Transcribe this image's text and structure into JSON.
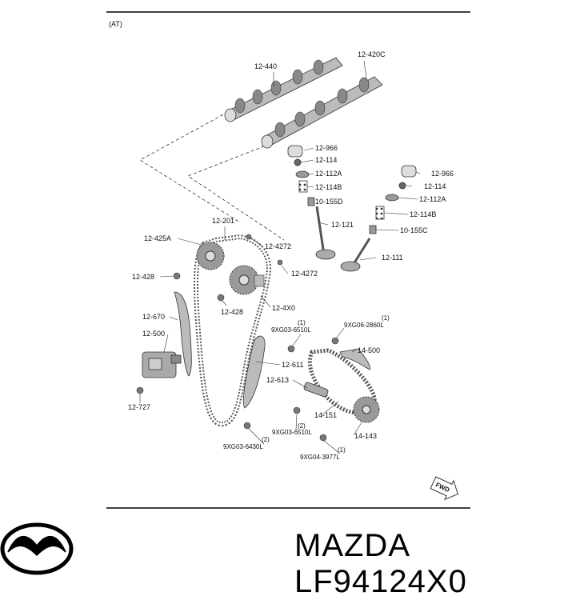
{
  "header_note": "(AT)",
  "brand": {
    "name": "MAZDA",
    "part_number": "LF94124X0"
  },
  "labels": {
    "l_12440": "12-440",
    "l_12420C": "12-420C",
    "l_12966a": "12-966",
    "l_12114a": "12-114",
    "l_12112Aa": "12-112A",
    "l_12114Ba": "12-114B",
    "l_10155D": "10-155D",
    "l_12121": "12-121",
    "l_12966b": "12-966",
    "l_12114b": "12-114",
    "l_12112Ab": "12-112A",
    "l_12114Bb": "12-114B",
    "l_10155C": "10-155C",
    "l_12111": "12-111",
    "l_12201": "12-201",
    "l_12425A": "12-425A",
    "l_12427a": "12-4272",
    "l_12427b": "12-4272",
    "l_12428a": "12-428",
    "l_12428b": "12-428",
    "l_124X0": "12-4X0",
    "l_12670": "12-670",
    "l_12500": "12-500",
    "l_12727": "12-727",
    "l_9XG03_6510a_q": "(1)",
    "l_9XG03_6510a": "9XG03-6510L",
    "l_9XG06_q": "(1)",
    "l_9XG06": "9XG06-2860L",
    "l_14500": "14-500",
    "l_12611": "12-611",
    "l_12613": "12-613",
    "l_14151": "14-151",
    "l_9XG03_6510b_q": "(2)",
    "l_9XG03_6510b": "9XG03-6510L",
    "l_14143": "14-143",
    "l_9XG03_6430_q": "(2)",
    "l_9XG03_6430": "9XG03-6430L",
    "l_9XG04_q": "(1)",
    "l_9XG04": "9XG04-3977L",
    "l_fwd": "FWD"
  }
}
